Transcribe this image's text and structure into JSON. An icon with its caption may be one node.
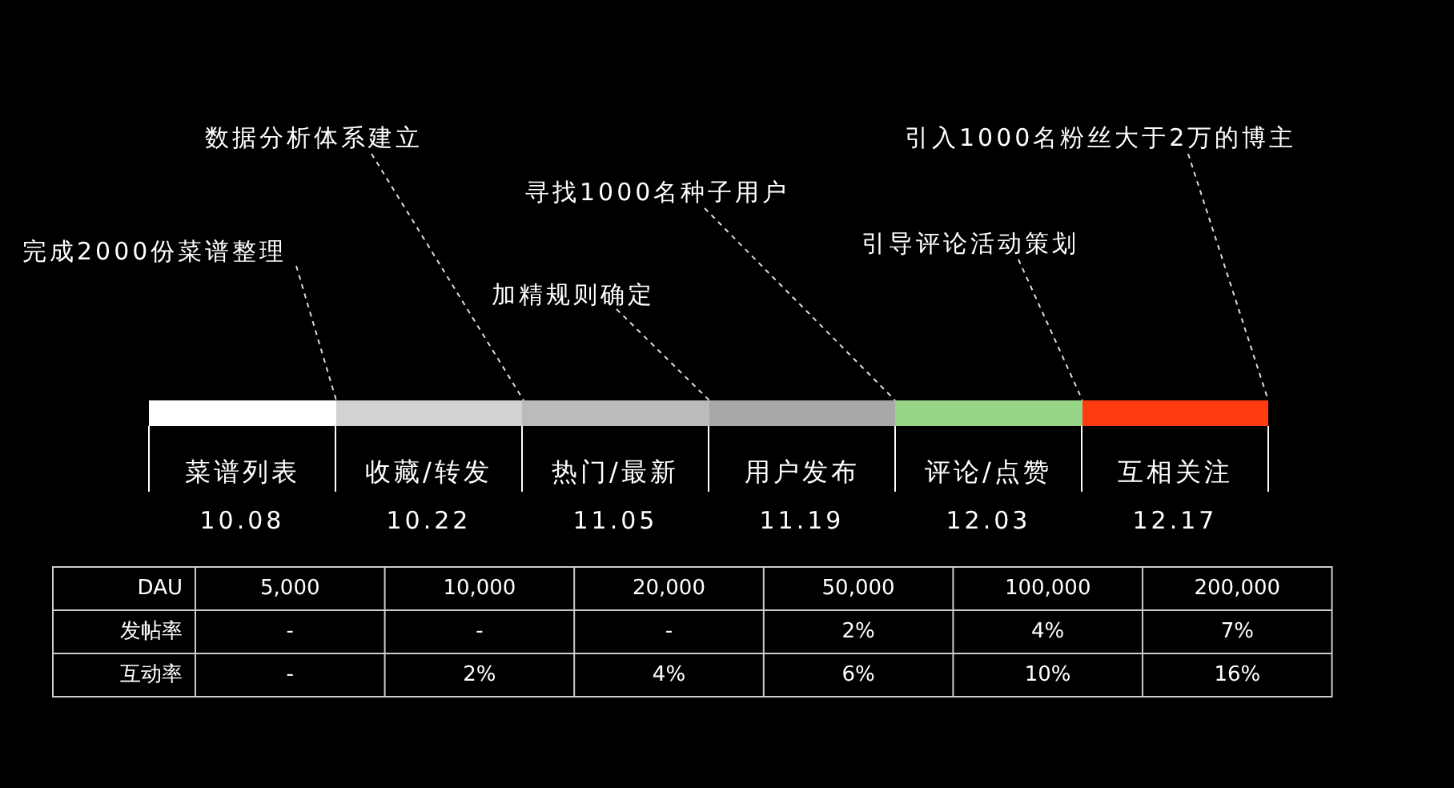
{
  "diagram": {
    "nodes": [
      {
        "text": [
          "完成2000份菜谱整理"
        ]
      },
      {
        "text": [
          "数据分析体系建立"
        ]
      },
      {
        "text": [
          "加精规则确定"
        ]
      },
      {
        "text": [
          "寻找1000名种子用户"
        ]
      },
      {
        "text": [
          "引导评论活动策划"
        ]
      },
      {
        "text": [
          "引入1000名粉丝大于2万的博主"
        ]
      }
    ],
    "edges": [
      {
        "from": 0,
        "to": null,
        "arrow": "none",
        "style": "dashed"
      },
      {
        "from": 1,
        "to": null,
        "arrow": "none",
        "style": "dashed"
      },
      {
        "from": 2,
        "to": null,
        "arrow": "none",
        "style": "dashed"
      },
      {
        "from": 3,
        "to": null,
        "arrow": "none",
        "style": "dashed"
      },
      {
        "from": 4,
        "to": null,
        "arrow": "none",
        "style": "dashed"
      },
      {
        "from": 5,
        "to": null,
        "arrow": "none",
        "style": "dashed"
      }
    ],
    "labels": [
      "菜谱列表",
      "收藏/转发",
      "热门/最新",
      "用户发布",
      "评论/点赞",
      "互相关注",
      "10.08",
      "10.22",
      "11.05",
      "11.19",
      "12.03",
      "12.17",
      "DAU",
      "5,000",
      "10,000",
      "20,000",
      "50,000",
      "100,000",
      "200,000",
      "发帖率",
      "-",
      "-",
      "-",
      "2%",
      "4%",
      "7%",
      "互动率",
      "-",
      "2%",
      "4%",
      "6%",
      "10%",
      "16%"
    ]
  }
}
